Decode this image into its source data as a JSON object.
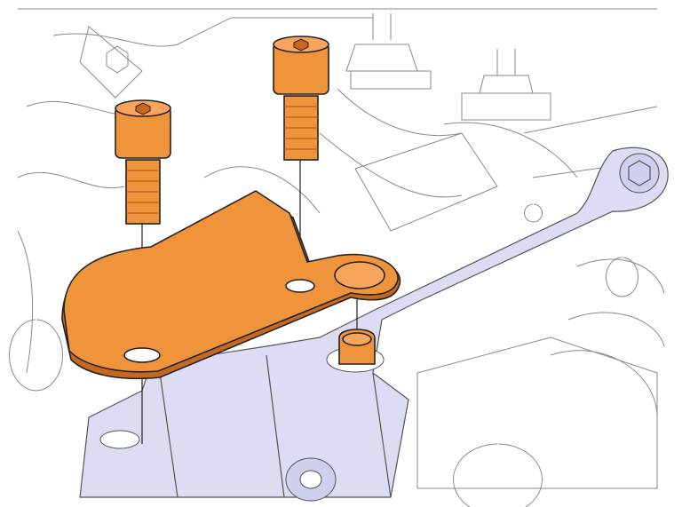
{
  "illustration": {
    "colors": {
      "background": "#ffffff",
      "highlight_part": "#f0943c",
      "highlight_shadow": "#c8681e",
      "context_part": "#dcdcf4",
      "line_art": "#8a8a8a",
      "outline": "#222222"
    },
    "parts": [
      "bolt",
      "bolt",
      "bracket",
      "locating-pin",
      "suspension-arm"
    ]
  }
}
